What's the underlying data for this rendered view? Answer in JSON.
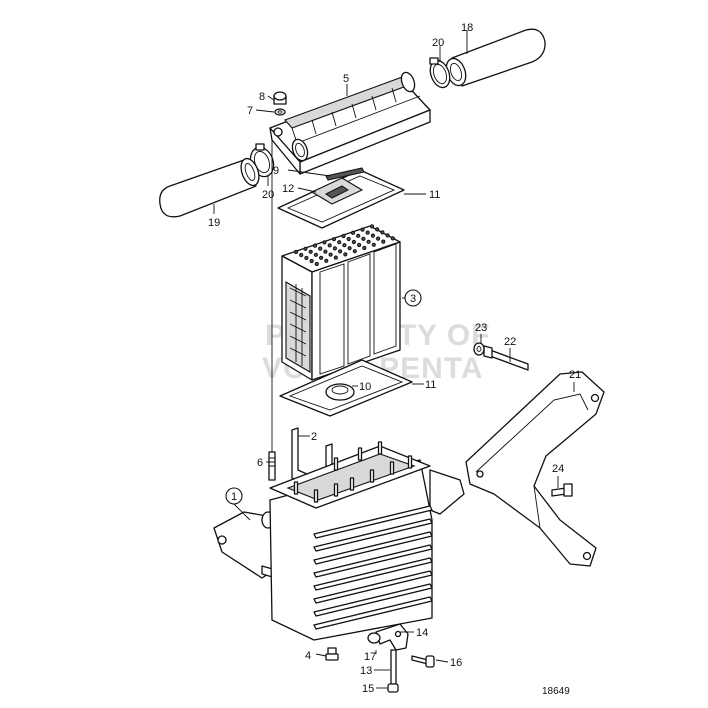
{
  "watermark": {
    "line1": "PROPERTY OF",
    "line2": "VOLVO PENTA"
  },
  "drawing_number": "18649",
  "callouts": [
    {
      "id": "c1",
      "label": "1",
      "circled": true
    },
    {
      "id": "c2",
      "label": "2",
      "circled": false
    },
    {
      "id": "c3",
      "label": "3",
      "circled": true
    },
    {
      "id": "c4",
      "label": "4",
      "circled": false
    },
    {
      "id": "c5",
      "label": "5",
      "circled": false
    },
    {
      "id": "c6",
      "label": "6",
      "circled": false
    },
    {
      "id": "c7",
      "label": "7",
      "circled": false
    },
    {
      "id": "c8",
      "label": "8",
      "circled": false
    },
    {
      "id": "c9",
      "label": "9",
      "circled": false
    },
    {
      "id": "c10",
      "label": "10",
      "circled": false
    },
    {
      "id": "c11a",
      "label": "11",
      "circled": false
    },
    {
      "id": "c11b",
      "label": "11",
      "circled": false
    },
    {
      "id": "c12",
      "label": "12",
      "circled": false
    },
    {
      "id": "c13",
      "label": "13",
      "circled": false
    },
    {
      "id": "c14",
      "label": "14",
      "circled": false
    },
    {
      "id": "c15",
      "label": "15",
      "circled": false
    },
    {
      "id": "c16",
      "label": "16",
      "circled": false
    },
    {
      "id": "c17",
      "label": "17",
      "circled": false
    },
    {
      "id": "c18",
      "label": "18",
      "circled": false
    },
    {
      "id": "c19",
      "label": "19",
      "circled": false
    },
    {
      "id": "c20a",
      "label": "20",
      "circled": false
    },
    {
      "id": "c20b",
      "label": "20",
      "circled": false
    },
    {
      "id": "c21",
      "label": "21",
      "circled": false
    },
    {
      "id": "c22",
      "label": "22",
      "circled": false
    },
    {
      "id": "c23",
      "label": "23",
      "circled": false
    },
    {
      "id": "c24",
      "label": "24",
      "circled": false
    }
  ]
}
